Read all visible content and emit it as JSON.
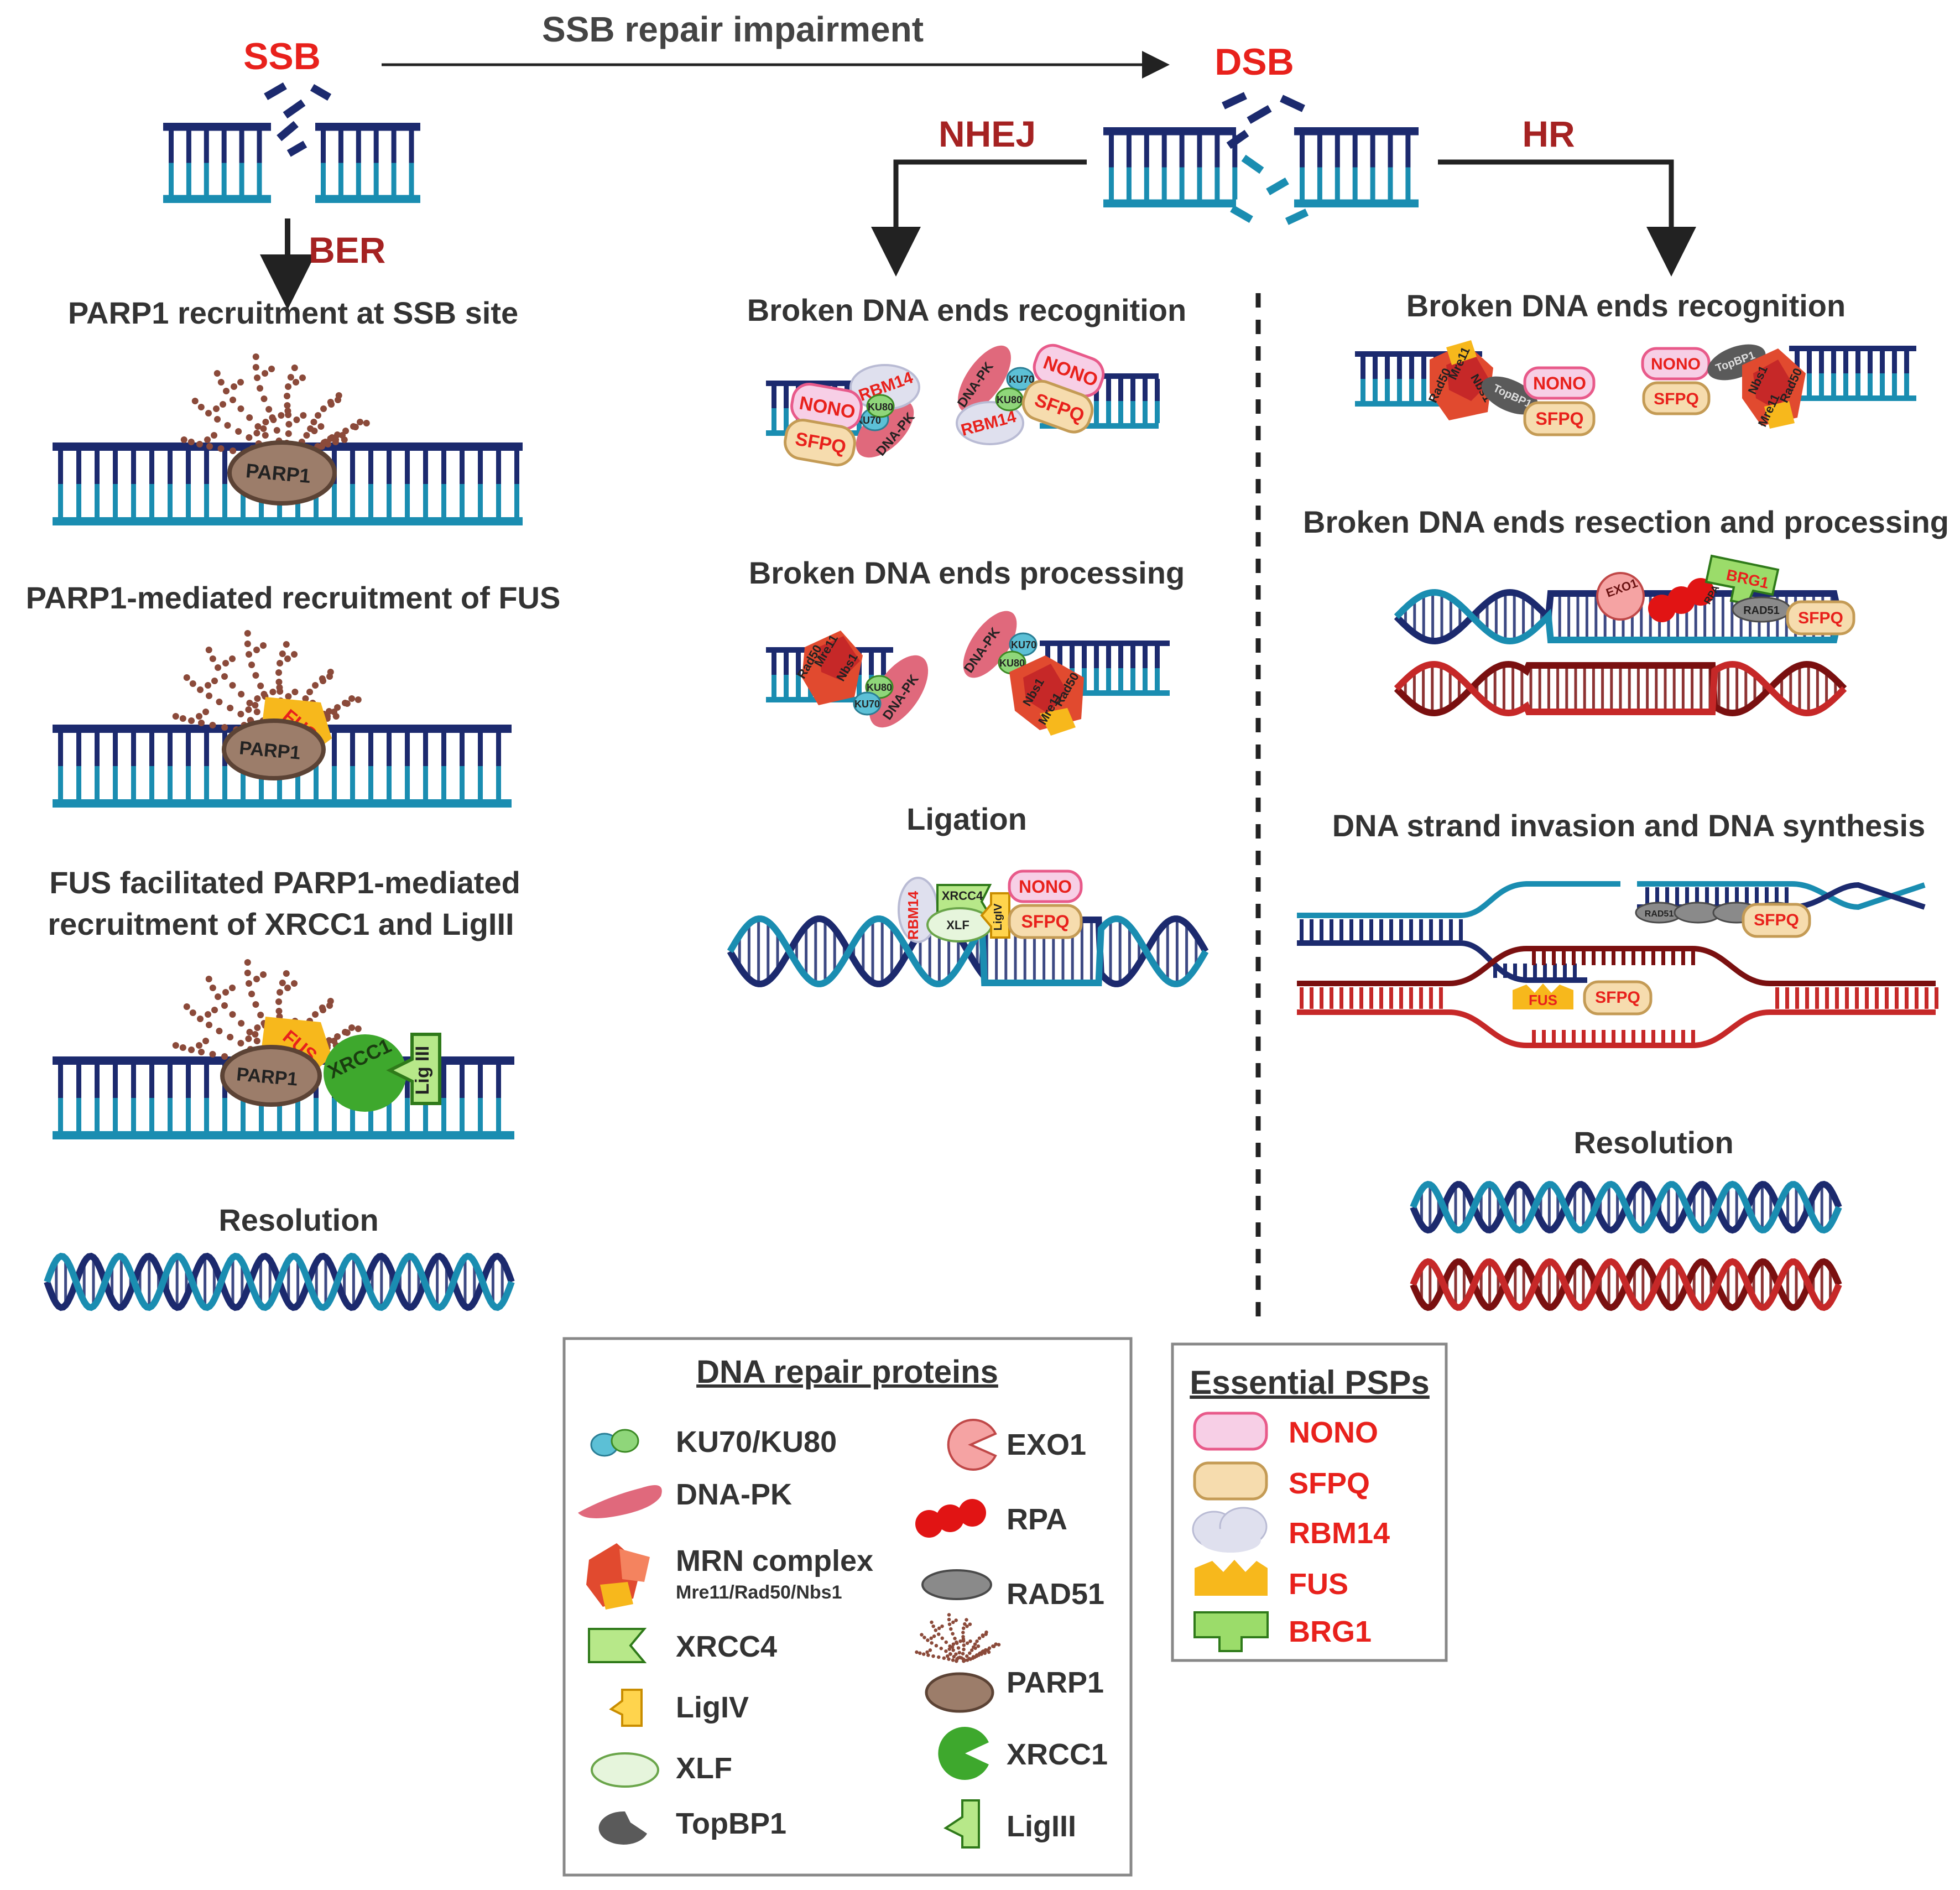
{
  "header": {
    "ssb": "SSB",
    "dsb": "DSB",
    "impairment": "SSB repair impairment",
    "ber": "BER",
    "nhej": "NHEJ",
    "hr": "HR"
  },
  "ber_steps": {
    "step1": "PARP1 recruitment at SSB site",
    "step2": "PARP1-mediated recruitment of FUS",
    "step3_line1": "FUS facilitated PARP1-mediated",
    "step3_line2": "recruitment of XRCC1 and LigIII",
    "step4": "Resolution"
  },
  "nhej_steps": {
    "step1": "Broken DNA ends recognition",
    "step2": "Broken DNA ends processing",
    "step3": "Ligation"
  },
  "hr_steps": {
    "step1": "Broken DNA ends recognition",
    "step2": "Broken DNA ends resection and processing",
    "step3": "DNA strand invasion and DNA synthesis",
    "step4": "Resolution"
  },
  "protein_labels": {
    "parp1": "PARP1",
    "fus": "FUS",
    "xrcc1": "XRCC1",
    "lig3": "Lig III",
    "nono": "NONO",
    "sfpq": "SFPQ",
    "rbm14": "RBM14",
    "ku70": "KU70",
    "ku80": "KU80",
    "dnapk": "DNA-PK",
    "mre11": "Mre11",
    "rad50": "Rad50",
    "nbs1": "Nbs1",
    "topbp1": "TopBP1",
    "exo1": "EXO1",
    "brg1": "BRG1",
    "rad51": "RAD51",
    "rpa": "RPA",
    "xrcc4": "XRCC4",
    "xlf": "XLF",
    "lig4": "LigIV"
  },
  "legend_repair": {
    "title": "DNA repair proteins",
    "items": {
      "ku": "KU70/KU80",
      "dnapk": "DNA-PK",
      "mrn": "MRN complex",
      "mrn_sub": "Mre11/Rad50/Nbs1",
      "xrcc4": "XRCC4",
      "lig4": "LigIV",
      "xlf": "XLF",
      "topbp1": "TopBP1",
      "exo1": "EXO1",
      "rpa": "RPA",
      "rad51": "RAD51",
      "parp1": "PARP1",
      "xrcc1": "XRCC1",
      "lig3": "LigIII"
    }
  },
  "legend_psp": {
    "title": "Essential PSPs",
    "items": {
      "nono": "NONO",
      "sfpq": "SFPQ",
      "rbm14": "RBM14",
      "fus": "FUS",
      "brg1": "BRG1"
    }
  },
  "colors": {
    "red_label": "#e8211c",
    "dark_red_label": "#a52222",
    "navy": "#1c2a6e",
    "teal": "#1a8db1",
    "dark_red_strand": "#7a1010",
    "red_strand": "#c62828",
    "nono_fill": "#f7cfe6",
    "sfpq_fill": "#f6dcae",
    "rbm14_fill": "#dfe0ee",
    "fus_fill": "#f7b81c",
    "brg1_fill": "#9bdc6a",
    "dnapk_fill": "#e0697c",
    "ku70_fill": "#5cc0d6",
    "ku80_fill": "#8fd67a",
    "parp1_fill": "#9c7d6a",
    "xrcc1_fill": "#3ea82d",
    "exo1_fill": "#f5a3a3",
    "rpa_fill": "#e11414",
    "rad51_fill": "#8a8a8a",
    "topbp1_fill": "#5a5a5a"
  }
}
